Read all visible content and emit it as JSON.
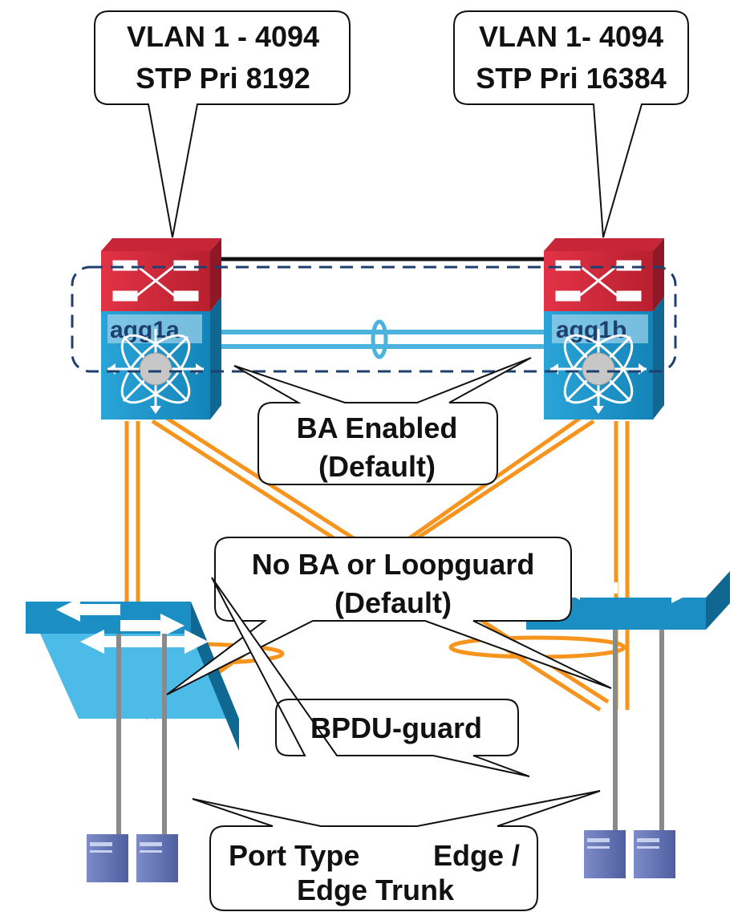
{
  "devices": {
    "agg_left": {
      "label": "agg1a",
      "role": "aggregation switch"
    },
    "agg_right": {
      "label": "agg1b",
      "role": "aggregation switch"
    },
    "access_left": {
      "role": "access switch"
    },
    "access_right": {
      "role": "access switch"
    }
  },
  "callouts": {
    "stp_left": {
      "line1": "VLAN 1 - 4094",
      "line2": "STP Pri 8192"
    },
    "stp_right": {
      "line1": "VLAN 1- 4094",
      "line2": "STP Pri 16384"
    },
    "ba_enabled": {
      "line1": "BA Enabled",
      "line2": "(Default)"
    },
    "no_ba": {
      "line1": "No BA or Loopguard",
      "line2": "(Default)"
    },
    "bpdu_guard": {
      "line1": "BPDU-guard"
    },
    "port_type": {
      "line1_left": "Port Type",
      "line1_right": "Edge /",
      "line2": "Edge Trunk"
    }
  },
  "colors": {
    "agg_top_red": "#d0293a",
    "agg_body_blue": "#1d8fc4",
    "access_blue": "#29a6dc",
    "peer_link_blue": "#4cb3de",
    "uplink_orange": "#f7941d",
    "vpc_domain_dash": "#1f3f6e",
    "server_purple": "#5e6fb0"
  }
}
